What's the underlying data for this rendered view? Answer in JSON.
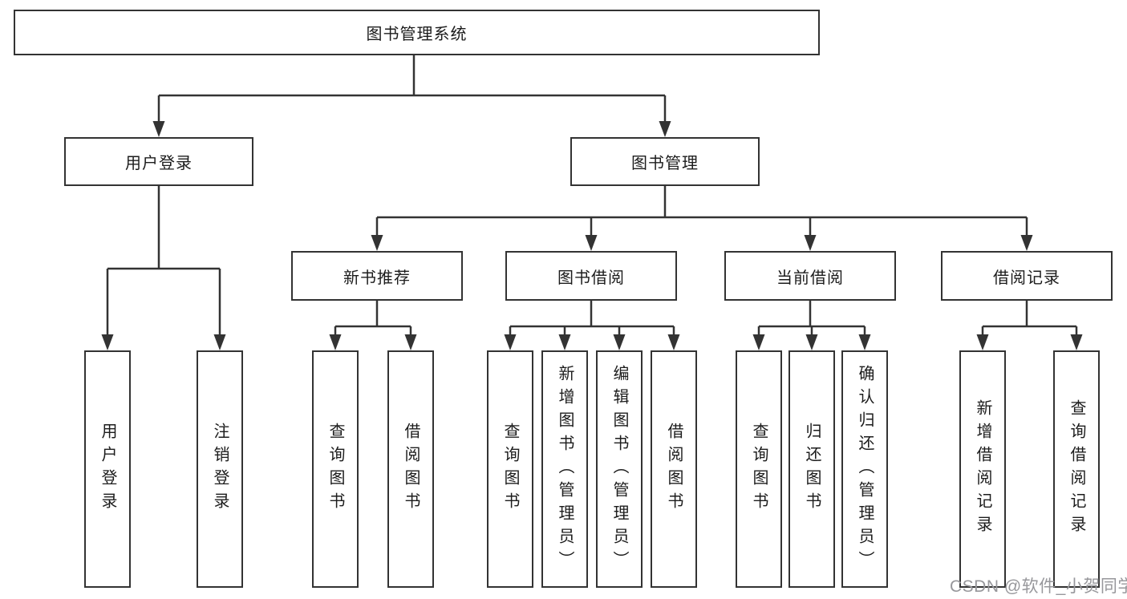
{
  "diagram": {
    "title": "图书管理系统",
    "root": {
      "label": "图书管理系统"
    },
    "level2": [
      {
        "label": "用户登录"
      },
      {
        "label": "图书管理"
      }
    ],
    "level3": [
      {
        "label": "新书推荐"
      },
      {
        "label": "图书借阅"
      },
      {
        "label": "当前借阅"
      },
      {
        "label": "借阅记录"
      }
    ],
    "leaves": [
      {
        "label": "用户登录",
        "parent": "用户登录"
      },
      {
        "label": "注销登录",
        "parent": "用户登录"
      },
      {
        "label": "查询图书",
        "parent": "新书推荐"
      },
      {
        "label": "借阅图书",
        "parent": "新书推荐"
      },
      {
        "label": "查询图书",
        "parent": "图书借阅"
      },
      {
        "label": "新增图书（管理员）",
        "parent": "图书借阅"
      },
      {
        "label": "编辑图书（管理员）",
        "parent": "图书借阅"
      },
      {
        "label": "借阅图书",
        "parent": "图书借阅"
      },
      {
        "label": "查询图书",
        "parent": "当前借阅"
      },
      {
        "label": "归还图书",
        "parent": "当前借阅"
      },
      {
        "label": "确认归还（管理员）",
        "parent": "当前借阅"
      },
      {
        "label": "新增借阅记录",
        "parent": "借阅记录"
      },
      {
        "label": "查询借阅记录",
        "parent": "借阅记录"
      }
    ],
    "colors": {
      "line": "#333333",
      "text": "#1c1c1c",
      "background": "#ffffff",
      "watermark_gray": "#97979b"
    }
  },
  "watermark": {
    "text": "CSDN @软件_小贺同学"
  }
}
